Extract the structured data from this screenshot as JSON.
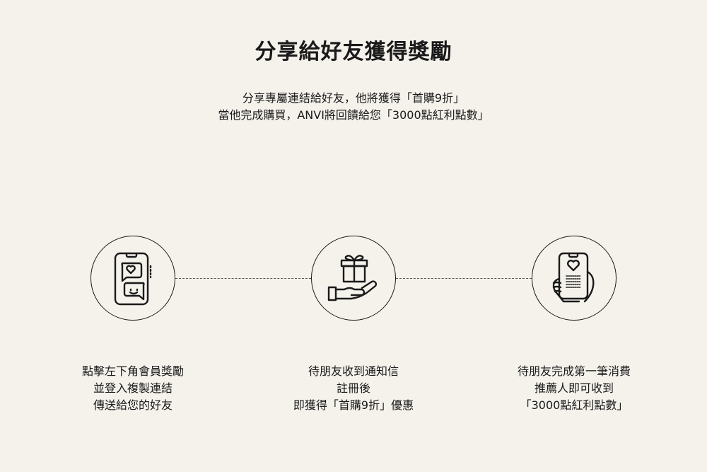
{
  "page": {
    "title": "分享給好友獲得獎勵",
    "subtitle": [
      "分享專屬連結給好友，他將獲得「首購9折」",
      "當他完成購買，ANVI將回饋給您「3000點紅利點數」"
    ]
  },
  "steps": [
    {
      "icon": "phone-chat-icon",
      "lines": [
        "點擊左下角會員獎勵",
        "並登入複製連結",
        "傳送給您的好友"
      ]
    },
    {
      "icon": "gift-hand-icon",
      "lines": [
        "待朋友收到通知信",
        "註冊後",
        "即獲得「首購9折」優惠"
      ]
    },
    {
      "icon": "phone-heart-hand-icon",
      "lines": [
        "待朋友完成第一筆消費",
        "推薦人即可收到",
        "「3000點紅利點數」"
      ]
    }
  ]
}
